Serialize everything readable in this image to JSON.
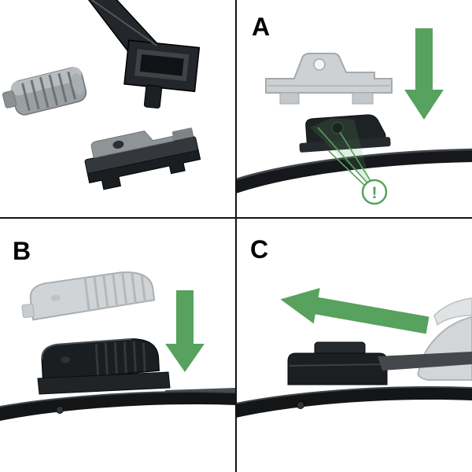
{
  "figure": {
    "warning_symbol": "!",
    "colors": {
      "background": "#ffffff",
      "divider": "#141414",
      "accent_green": "#57a25e",
      "dark_part": "#1b1e21",
      "ghost_part": "#ced2d4"
    },
    "panels": [
      {
        "id": "parts",
        "label": ""
      },
      {
        "id": "step-a",
        "label": "A"
      },
      {
        "id": "step-b",
        "label": "B"
      },
      {
        "id": "step-c",
        "label": "C"
      }
    ]
  }
}
